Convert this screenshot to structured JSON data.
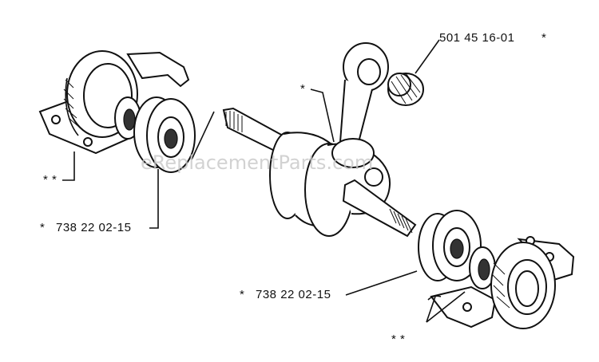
{
  "labels": {
    "part_needle_bearing": "501 45 16-01",
    "star_needle_bearing": "*",
    "star_connecting_rod": "*",
    "double_star_left": "* *",
    "part_bearing_left": "738 22 02-15",
    "star_bearing_left": "*",
    "part_bearing_right": "738 22 02-15",
    "star_bearing_right": "*",
    "double_star_right": "* *"
  },
  "watermark": "eReplacementParts.com"
}
